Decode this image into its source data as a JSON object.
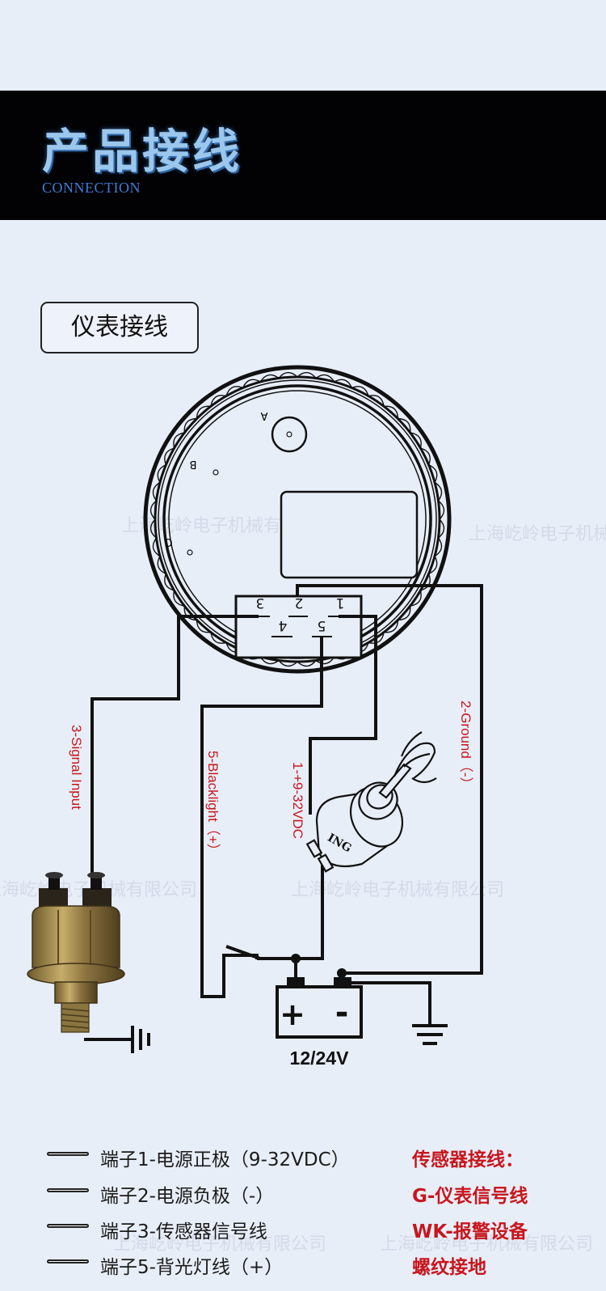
{
  "banner": {
    "title": "产品接线",
    "subtitle": "CONNECTION"
  },
  "section": {
    "label": "仪表接线"
  },
  "gauge": {
    "points": [
      "A",
      "B",
      "C"
    ],
    "terminals_top": [
      "3",
      "2",
      "1"
    ],
    "terminals_bottom": [
      "4",
      "5"
    ]
  },
  "wires": {
    "signal": "3-Signal Input",
    "backlight": "5-Blacklight（+）",
    "power": "1-+9-32VDC",
    "ground": "2-Ground（-）"
  },
  "switch_label": "ING",
  "battery": {
    "voltage": "12/24V",
    "plus": "+",
    "minus": "-"
  },
  "legend": {
    "items": [
      "端子1-电源正极（9-32VDC）",
      "端子2-电源负极（-）",
      "端子3-传感器信号线",
      "端子5-背光灯线（+）"
    ],
    "sensor_title": "传感器接线：",
    "sensor_items": [
      "G-仪表信号线",
      "WK-报警设备",
      "螺纹接地"
    ]
  },
  "watermark": "上海屹岭电子机械有限公司"
}
